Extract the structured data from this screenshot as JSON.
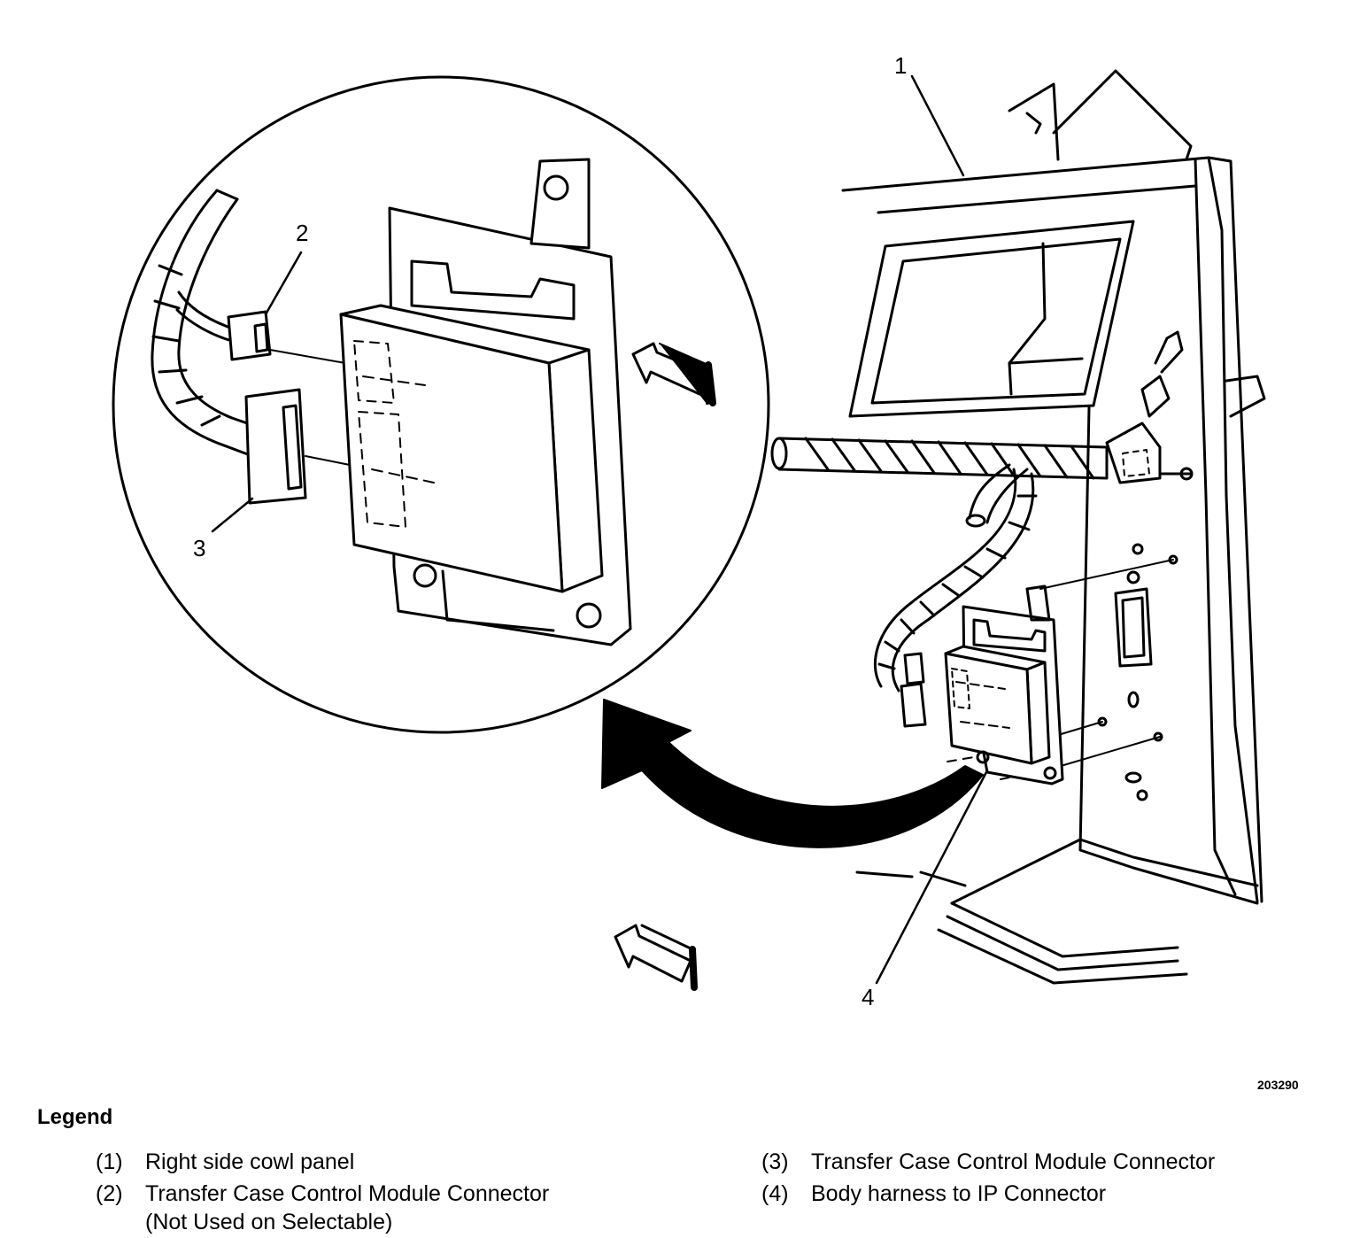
{
  "figure_id": "203290",
  "callouts": [
    "1",
    "2",
    "3",
    "4"
  ],
  "legend": {
    "title": "Legend",
    "items": [
      {
        "num": "(1)",
        "text": "Right side cowl panel"
      },
      {
        "num": "(2)",
        "text": "Transfer Case Control Module Connector\n(Not Used on Selectable)"
      },
      {
        "num": "(3)",
        "text": "Transfer Case Control Module Connector"
      },
      {
        "num": "(4)",
        "text": "Body harness to IP Connector"
      }
    ]
  }
}
